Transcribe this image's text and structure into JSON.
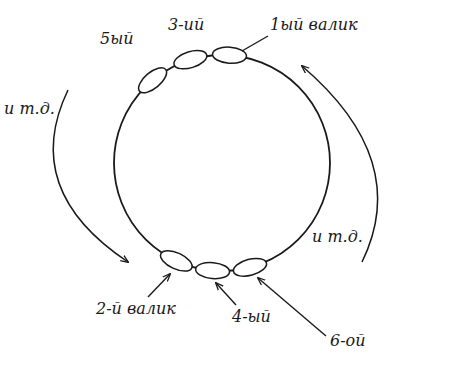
{
  "diagram": {
    "labels": [
      "5ый",
      "3-ий",
      "1ый валик",
      "и т.д.",
      "и т.д.",
      "2-й валик",
      "4-ый",
      "6-ой"
    ]
  }
}
